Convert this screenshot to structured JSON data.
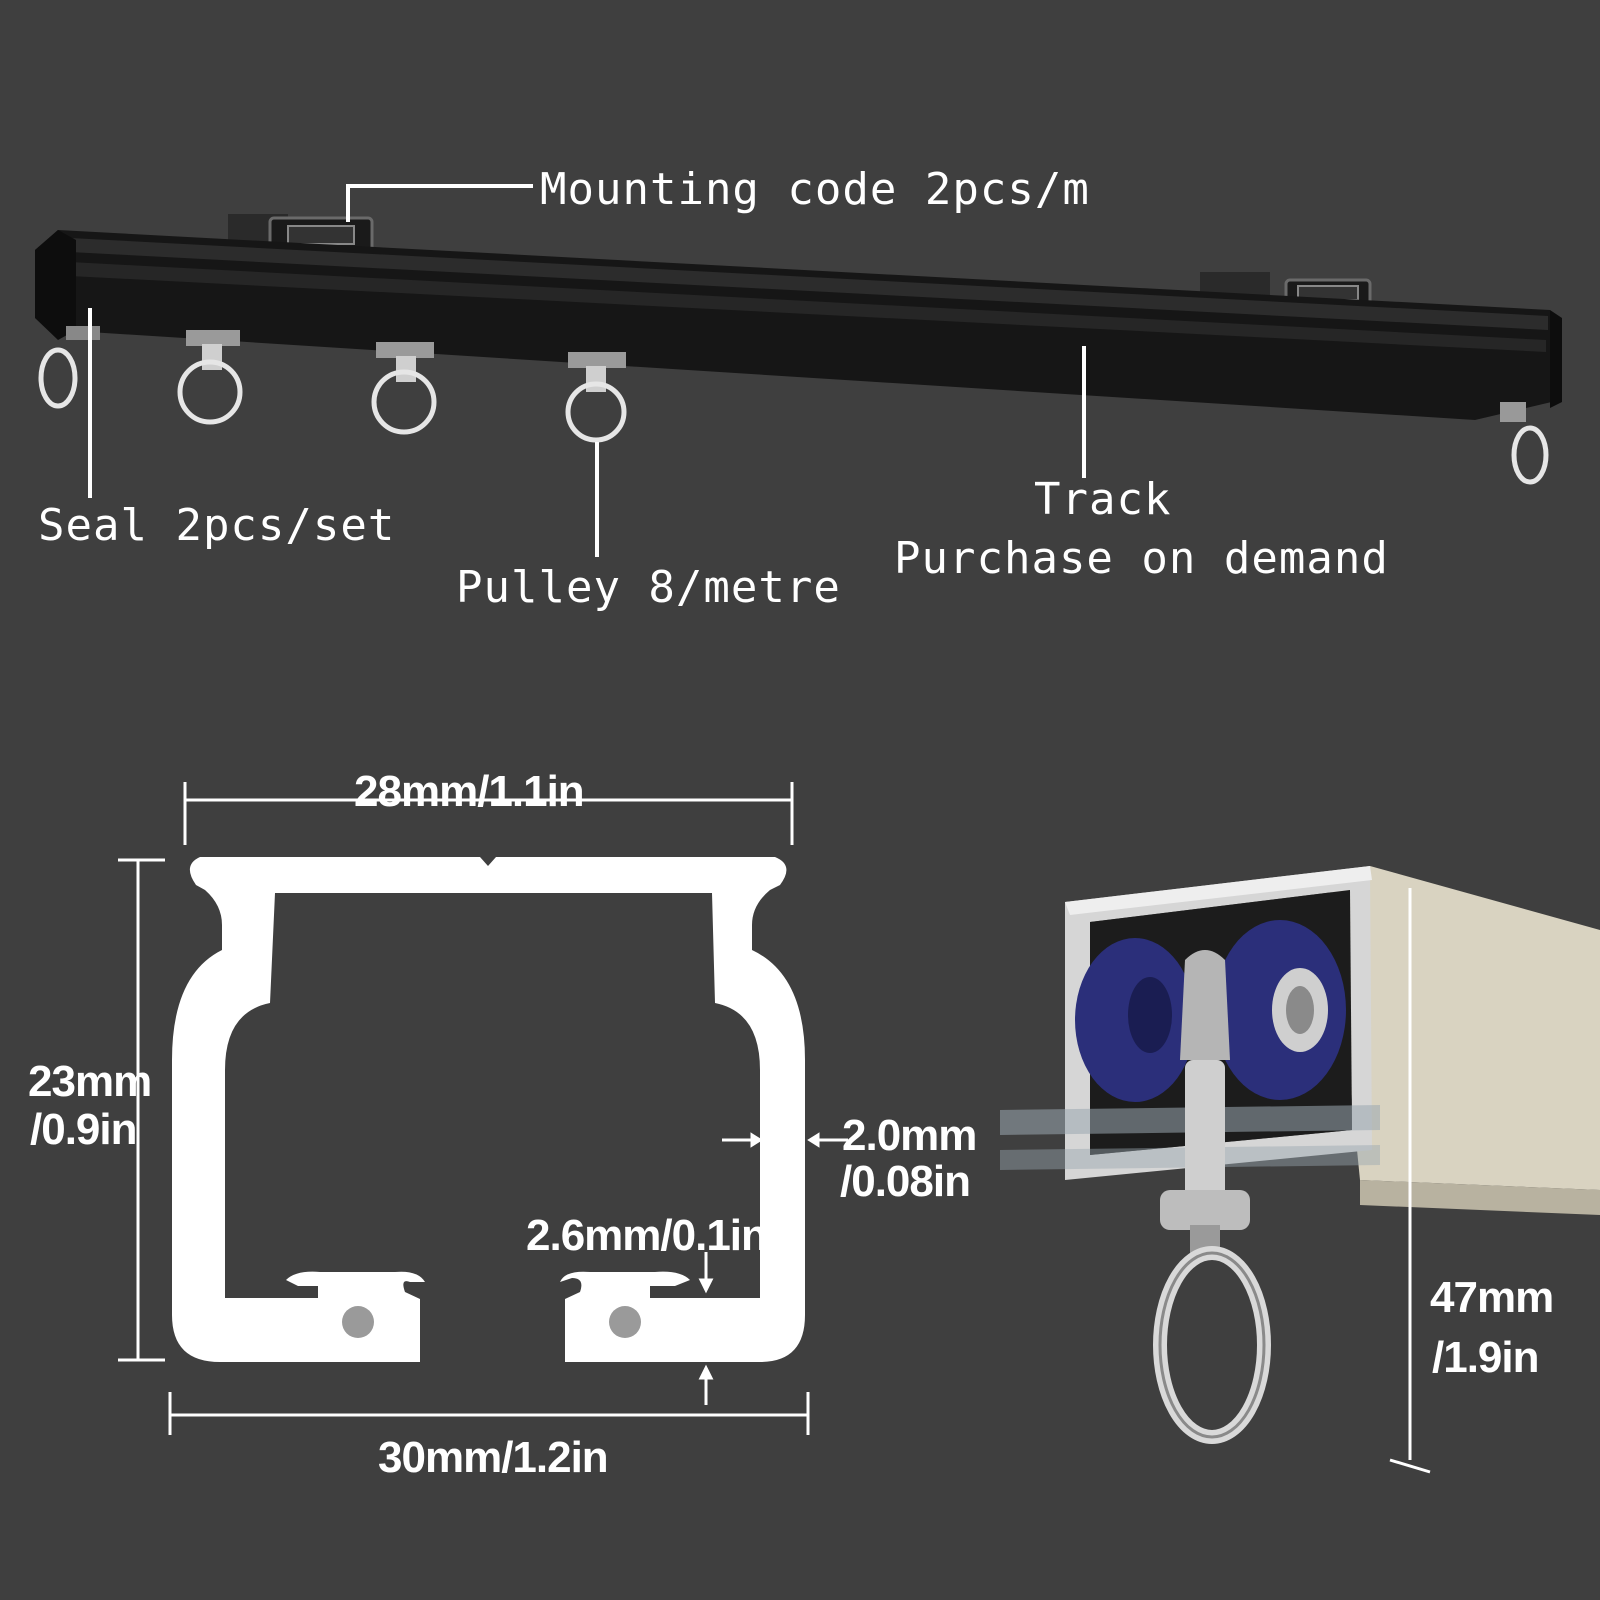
{
  "colors": {
    "background": "#3f3f3f",
    "track": "#151515",
    "profile": "#ffffff",
    "metal": "#c9c9c9",
    "wheel": "#2b2f7a",
    "rail_beige": "#d8d2c0"
  },
  "callouts": {
    "mounting_code": "Mounting code 2pcs/m",
    "seal": "Seal 2pcs/set",
    "pulley": "Pulley 8/metre",
    "track_title": "Track",
    "track_subtitle": "Purchase on demand"
  },
  "dimensions": {
    "top_width": "28mm/1.1in",
    "bottom_width": "30mm/1.2in",
    "height_line1": "23mm",
    "height_line2": "/0.9in",
    "wall_line1": "2.0mm",
    "wall_line2": "/0.08in",
    "lip": "2.6mm/0.1in",
    "total_height_line1": "47mm",
    "total_height_line2": "/1.9in"
  },
  "icons": {
    "track": "curtain-track-bar",
    "profile": "track-cross-section",
    "carriage": "pulley-carriage-closeup"
  }
}
